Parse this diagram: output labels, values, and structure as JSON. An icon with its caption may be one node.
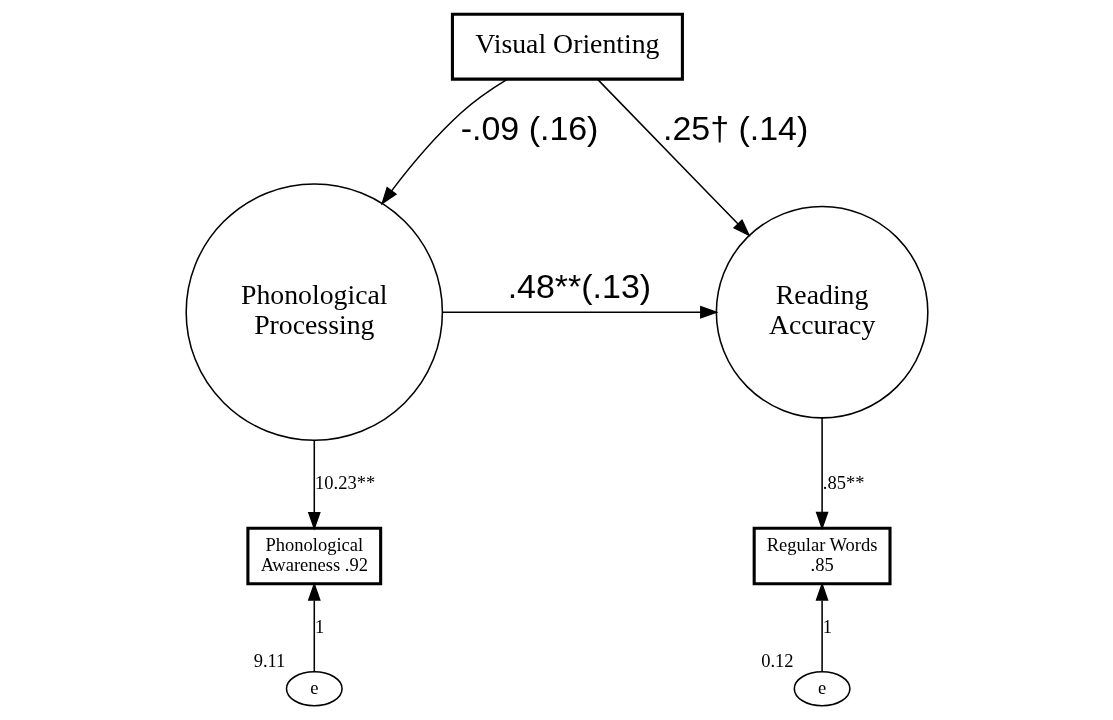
{
  "diagram": {
    "nodes": [
      {
        "text": [
          "Visual Orienting"
        ]
      },
      {
        "text": [
          "Phonological Processing"
        ]
      },
      {
        "text": [
          "Reading Accuracy"
        ]
      },
      {
        "text": [
          "Phonological Awareness .92"
        ]
      },
      {
        "text": [
          "Regular Words",
          ".85"
        ]
      },
      {
        "text": [
          "e"
        ],
        "beside": [
          "9.11"
        ]
      },
      {
        "text": [
          "e"
        ],
        "beside": [
          "0.12"
        ]
      }
    ],
    "edges": [
      {
        "from": 0,
        "to": 1,
        "arrow": "to",
        "label": "-.09 (.16)"
      },
      {
        "from": 0,
        "to": 2,
        "arrow": "to",
        "label": ".25† (.14)"
      },
      {
        "from": 1,
        "to": 2,
        "arrow": "to",
        "label": ".48**(.13)"
      },
      {
        "from": 1,
        "to": 3,
        "arrow": "to",
        "label": "10.23**"
      },
      {
        "from": 2,
        "to": 4,
        "arrow": "to",
        "label": ".85**"
      },
      {
        "from": 6,
        "to": 4,
        "arrow": "to",
        "label": "1"
      },
      {
        "from": 5,
        "to": 3,
        "arrow": "to",
        "label": "1"
      }
    ]
  }
}
